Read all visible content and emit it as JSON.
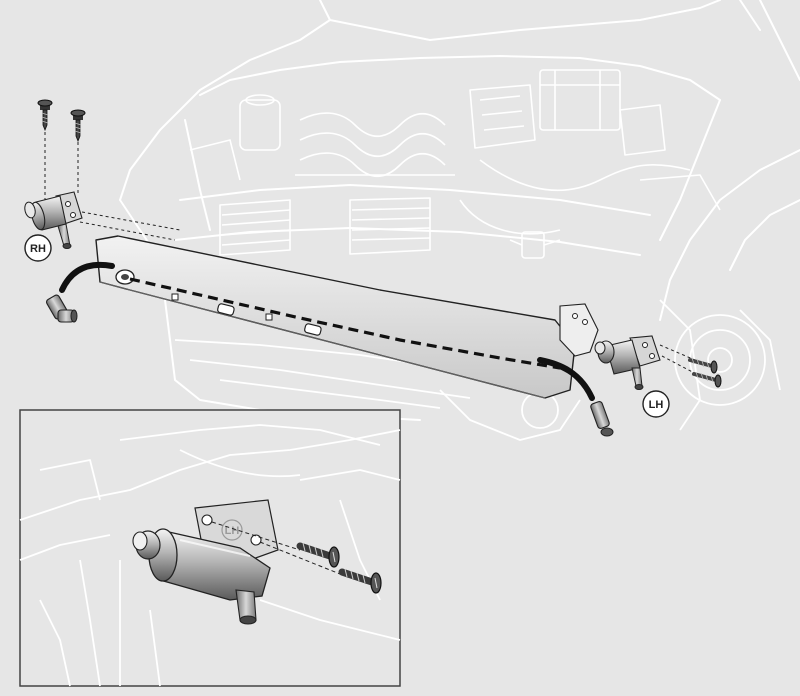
{
  "callouts": {
    "rh": "RH",
    "lh": "LH",
    "inset_lh": "LH"
  },
  "colors": {
    "background": "#e6e6e6",
    "line": "#ffffff",
    "ink": "#222222",
    "inset_frame": "#444444"
  },
  "icons": [
    "screw-icon",
    "washer-jet-icon",
    "hose-icon",
    "hose-connector-icon"
  ]
}
